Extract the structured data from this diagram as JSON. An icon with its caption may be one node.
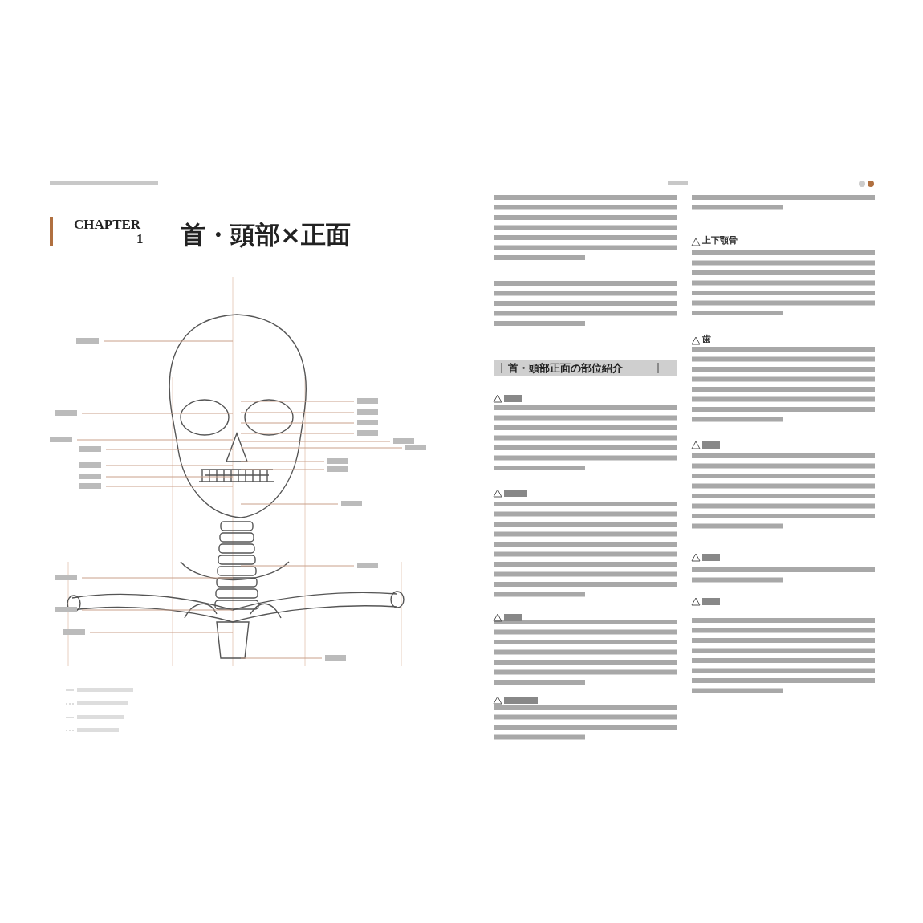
{
  "diagram": {
    "title": "首・頭部×正面",
    "labels": [
      "CHAPTER",
      "1",
      "首・頭部正面の部位紹介",
      "上下顎骨",
      "歯"
    ]
  }
}
